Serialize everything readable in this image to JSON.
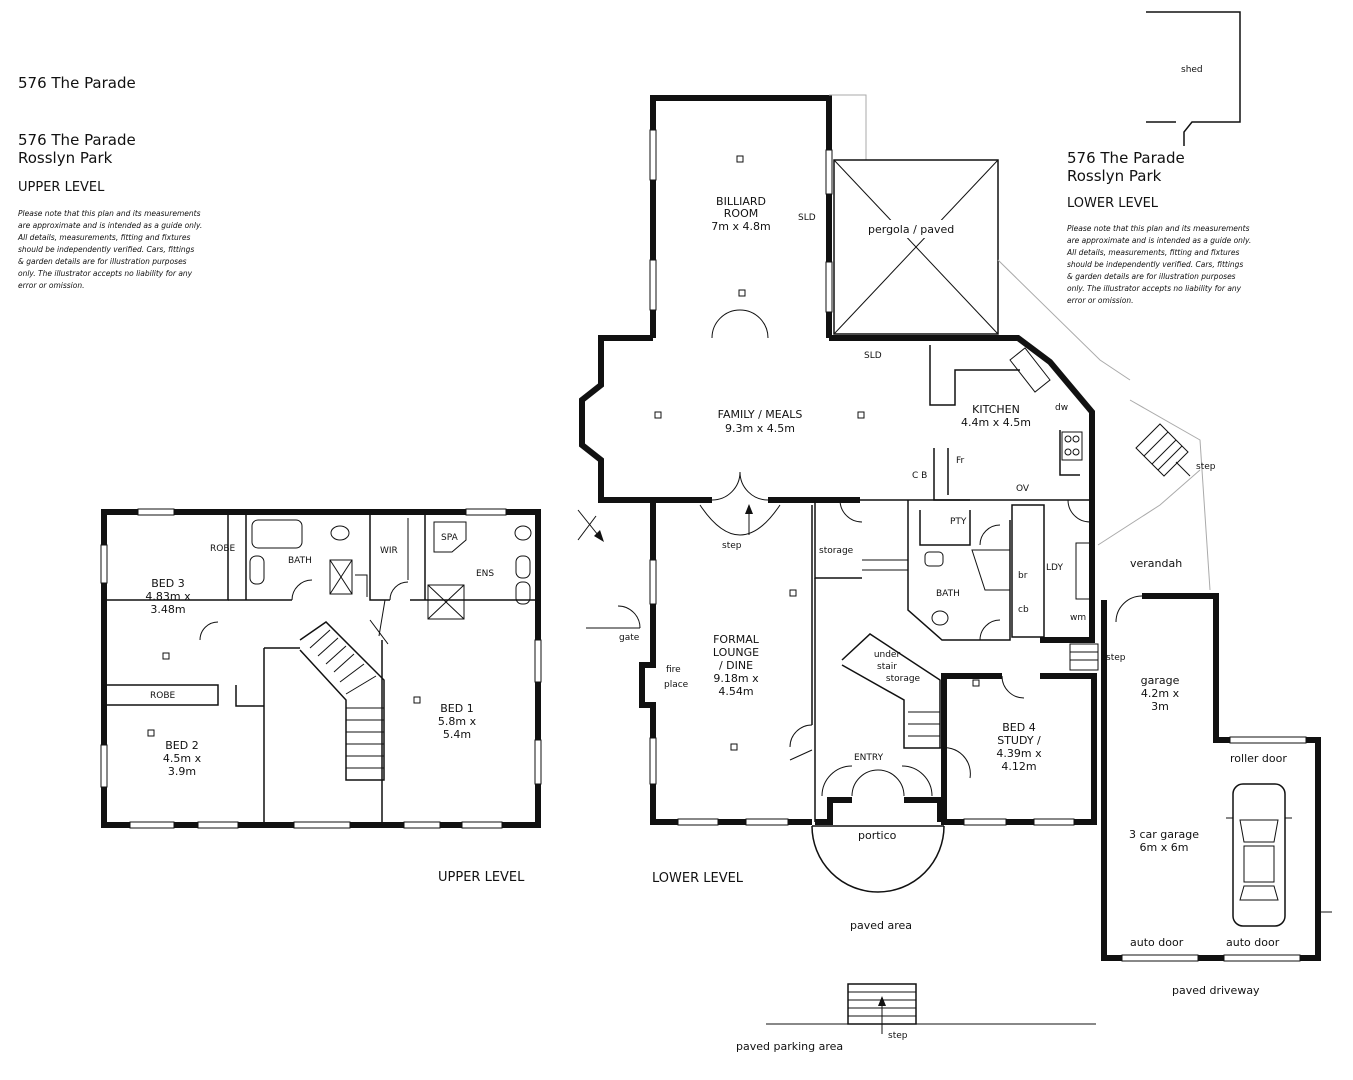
{
  "upper_header": {
    "address_short": "576 The Parade",
    "address_line1": "576 The Parade",
    "address_line2": "Rosslyn Park",
    "level": "UPPER LEVEL",
    "disclaimer": [
      "Please note that this plan and its measurements",
      "are approximate and is intended as a guide only.",
      "All details, measurements, fitting and fixtures",
      "should be independently verified. Cars, fittings",
      "& garden details are for illustration purposes",
      "only. The illustrator accepts no liability for any",
      "error or omission."
    ]
  },
  "lower_header": {
    "address_line1": "576 The Parade",
    "address_line2": "Rosslyn Park",
    "level": "LOWER LEVEL",
    "disclaimer": [
      "Please note that this plan and its measurements",
      "are approximate and is intended as a guide only.",
      "All details, measurements, fitting and fixtures",
      "should be independently verified. Cars, fittings",
      "& garden details are for illustration purposes",
      "only. The illustrator accepts no liability for any",
      "error or omission."
    ]
  },
  "upper_rooms": {
    "robe_top": "ROBE",
    "bath": "BATH",
    "wir": "WIR",
    "spa": "SPA",
    "ens": "ENS",
    "bed3": [
      "BED 3",
      "4.83m x",
      "3.48m"
    ],
    "robe_mid": "ROBE",
    "bed2": [
      "BED 2",
      "4.5m x",
      "3.9m"
    ],
    "bed1": [
      "BED 1",
      "5.8m x",
      "5.4m"
    ],
    "level_label": "UPPER LEVEL"
  },
  "lower_rooms": {
    "shed": "shed",
    "billiard": [
      "BILLIARD",
      "ROOM",
      "7m x 4.8m"
    ],
    "sld_right": "SLD",
    "pergola": "pergola / paved",
    "sld_bottom": "SLD",
    "family": [
      "FAMILY / MEALS",
      "9.3m x 4.5m"
    ],
    "kitchen": [
      "KITCHEN",
      "4.4m x 4.5m"
    ],
    "dw": "dw",
    "cb": "C B",
    "fr": "Fr",
    "ov": "OV",
    "pty": "PTY",
    "step_family": "step",
    "storage": "storage",
    "bath": "BATH",
    "br": "br",
    "cb2": "cb",
    "ldy": "LDY",
    "wm": "wm",
    "step_right": "step",
    "verandah": "verandah",
    "gate": "gate",
    "formal": [
      "FORMAL",
      "LOUNGE",
      "/ DINE",
      "9.18m x",
      "4.54m"
    ],
    "fireplace": [
      "fire",
      "place"
    ],
    "under_stair": [
      "under",
      "stair",
      "storage"
    ],
    "entry": "ENTRY",
    "bed4": [
      "BED 4",
      "STUDY /",
      "4.39m x",
      "4.12m"
    ],
    "step_garage": "step",
    "garage": [
      "garage",
      "4.2m x",
      "3m"
    ],
    "roller_door": "roller door",
    "three_car": [
      "3 car garage",
      "6m x 6m"
    ],
    "auto_door_1": "auto door",
    "auto_door_2": "auto door",
    "portico": "portico",
    "paved_area": "paved area",
    "paved_driveway": "paved driveway",
    "step_parking": "step",
    "paved_parking": "paved parking area",
    "level_label": "LOWER LEVEL"
  }
}
